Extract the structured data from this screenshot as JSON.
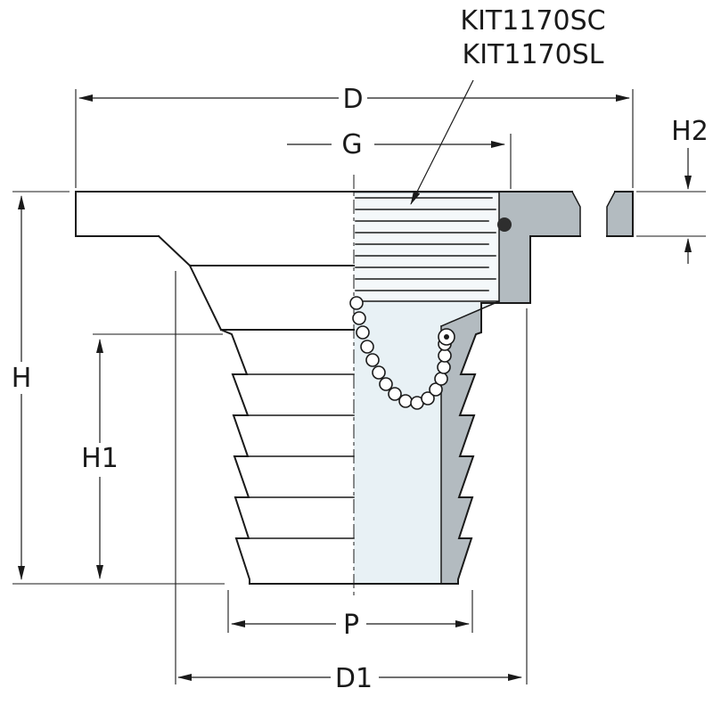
{
  "drawing": {
    "kit_labels": {
      "line1": "KIT1170SC",
      "line2": "KIT1170SL"
    },
    "dim_labels": {
      "d": "D",
      "g": "G",
      "h2": "H2",
      "h": "H",
      "h1": "H1",
      "p": "P",
      "d1": "D1"
    }
  },
  "colors": {
    "line": "#1a1a1a",
    "wall-gray": "#b3bbc0",
    "interior": "#e8f1f5",
    "thread-bg": "#f4f8fa",
    "oring": "#2e2e2e",
    "background": "#ffffff"
  }
}
